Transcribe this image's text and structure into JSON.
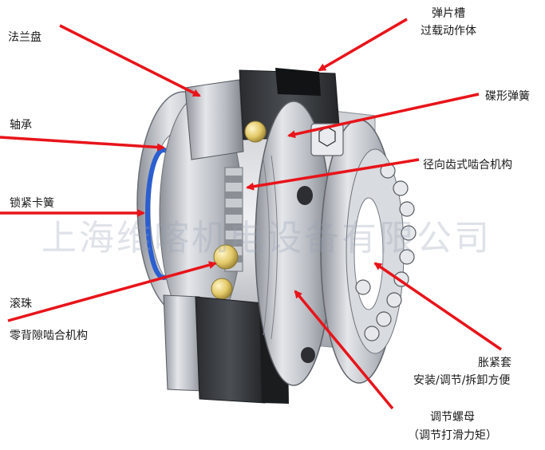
{
  "diagram": {
    "watermark": "上海维喀机电设备有限公司",
    "colors": {
      "arrow": "#e8141a",
      "metal_light": "#d4d7dc",
      "metal_mid": "#a9adb3",
      "metal_dark": "#3a3d41",
      "accent_blue": "#2b5fd0",
      "ball": "#e7d27a"
    },
    "labels": {
      "flange": "法兰盘",
      "spring_slot_1": "弹片槽",
      "spring_slot_2": "过载动作体",
      "bearing": "轴承",
      "disc_spring": "碟形弹簧",
      "radial_tooth": "径向齿式啮合机构",
      "lock_spring": "锁紧卡簧",
      "ball": "滚珠",
      "zero_backlash": "零背隙啮合机构",
      "bushing_1": "胀紧套",
      "bushing_2": "安装/调节/拆卸方便",
      "nut_1": "调节螺母",
      "nut_2": "（调节打滑力矩）"
    }
  }
}
